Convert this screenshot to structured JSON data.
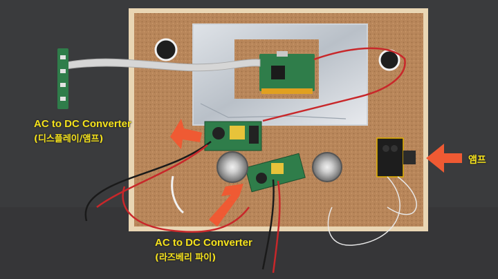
{
  "labels": {
    "left_title": "AC to DC Converter",
    "left_sub": "(디스플레이/앰프)",
    "bottom_title": "AC to DC Converter",
    "bottom_sub": "(라즈베리 파이)",
    "amp": "앰프"
  },
  "colors": {
    "background": "#3a3b3d",
    "board_frame": "#e9d6b4",
    "cork": "#b8865a",
    "label_text": "#f5e21c",
    "arrow": "#ef5a33",
    "wire_red": "#c8272a",
    "pcb_green": "#2f7d4a"
  }
}
